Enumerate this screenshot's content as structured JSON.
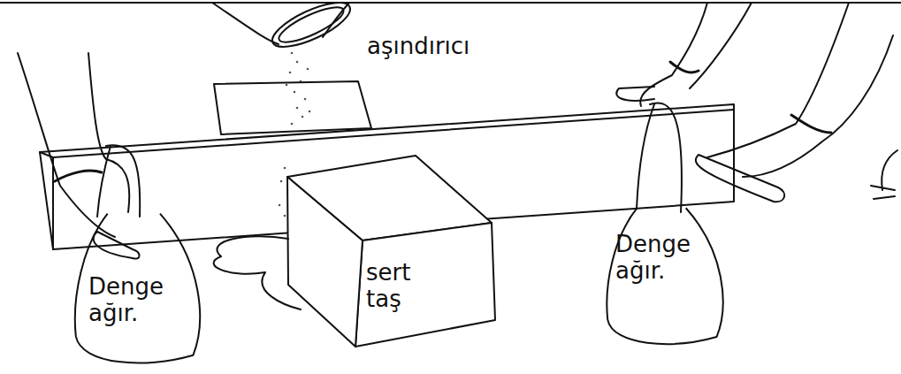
{
  "diagram": {
    "nodes": [
      {
        "text": [
          "Denge ağır."
        ]
      },
      {
        "text": [
          "sert taş"
        ]
      },
      {
        "text": [
          "Denge ağır."
        ]
      }
    ],
    "labels": [
      "aşındırıcı"
    ]
  }
}
